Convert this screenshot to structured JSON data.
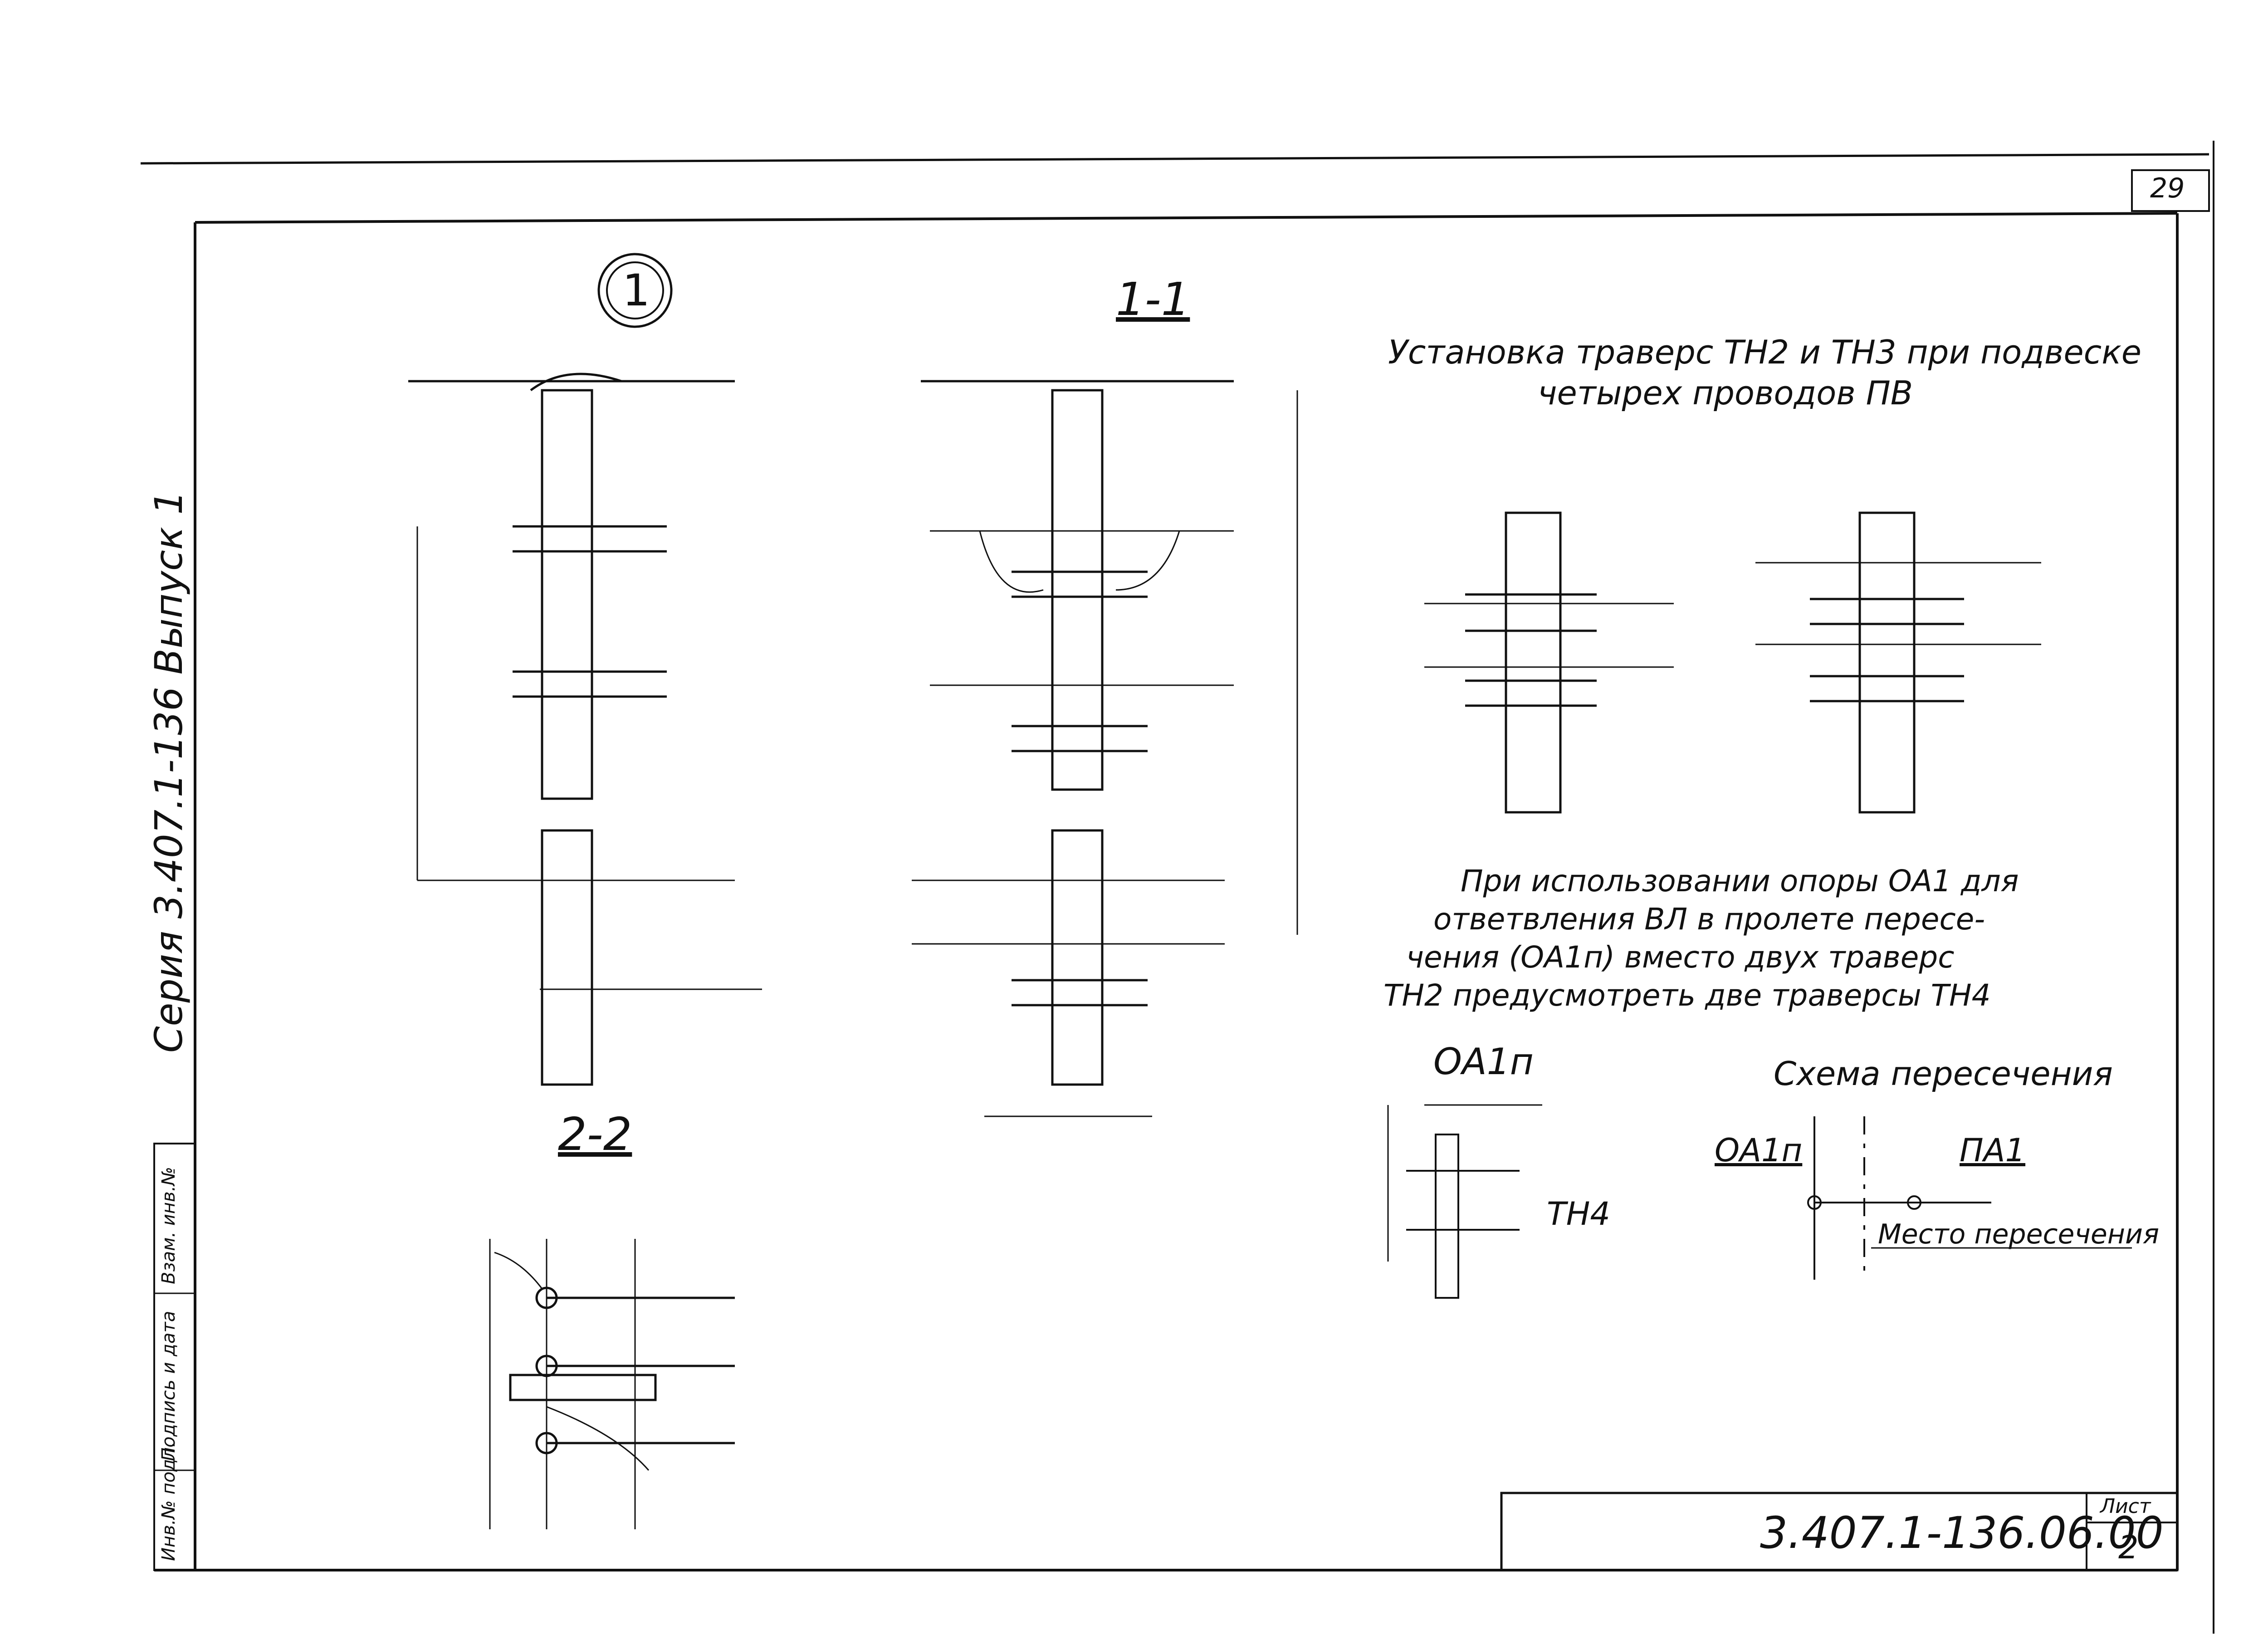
{
  "sheet_number_top": "29",
  "main_title": [
    "Установка траверс ТН2 и ТН3 при подвеске",
    "четырех проводов ПВ"
  ],
  "callout": "1",
  "views": {
    "section_1_1": "1-1",
    "section_2_2": "2-2"
  },
  "oa1_note": [
    "При использовании опоры ОА1 для",
    "ответвления ВЛ в пролете пересе-",
    "чения (ОА1п) вместо двух траверс",
    "ТН2 предусмотреть две траверсы ТН4"
  ],
  "oa1p_label": "ОА1п",
  "oa1p_part": "ТН4",
  "crossing_scheme": {
    "title": "Схема пересечения",
    "left_label": "ОА1п",
    "right_label": "ПА1",
    "place_label": "Место пересечения"
  },
  "series_text": "Серия 3.407.1-136   Выпуск 1",
  "side_stamp": [
    "Инв.№ подл.",
    "Подпись и дата",
    "Взам. инв.№"
  ],
  "title_block": {
    "code": "3.407.1-136.06.00",
    "sheet_label": "Лист",
    "sheet_value": "2"
  }
}
